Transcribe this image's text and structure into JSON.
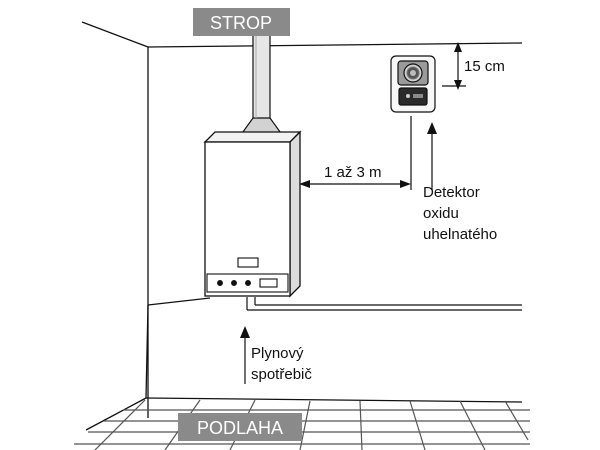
{
  "labels": {
    "ceiling": "STROP",
    "floor": "PODLAHA",
    "ceiling_distance": "15 cm",
    "horizontal_distance": "1 až 3 m",
    "detector_line1": "Detektor",
    "detector_line2": "oxidu",
    "detector_line3": "uhelnatého",
    "appliance_line1": "Plynový",
    "appliance_line2": "spotřebič"
  },
  "colors": {
    "banner": "#8a8a8a",
    "line": "#111111",
    "floor_tiles": "#555555"
  },
  "icons": {
    "detector": "co-detector-icon",
    "boiler": "gas-boiler-icon"
  }
}
